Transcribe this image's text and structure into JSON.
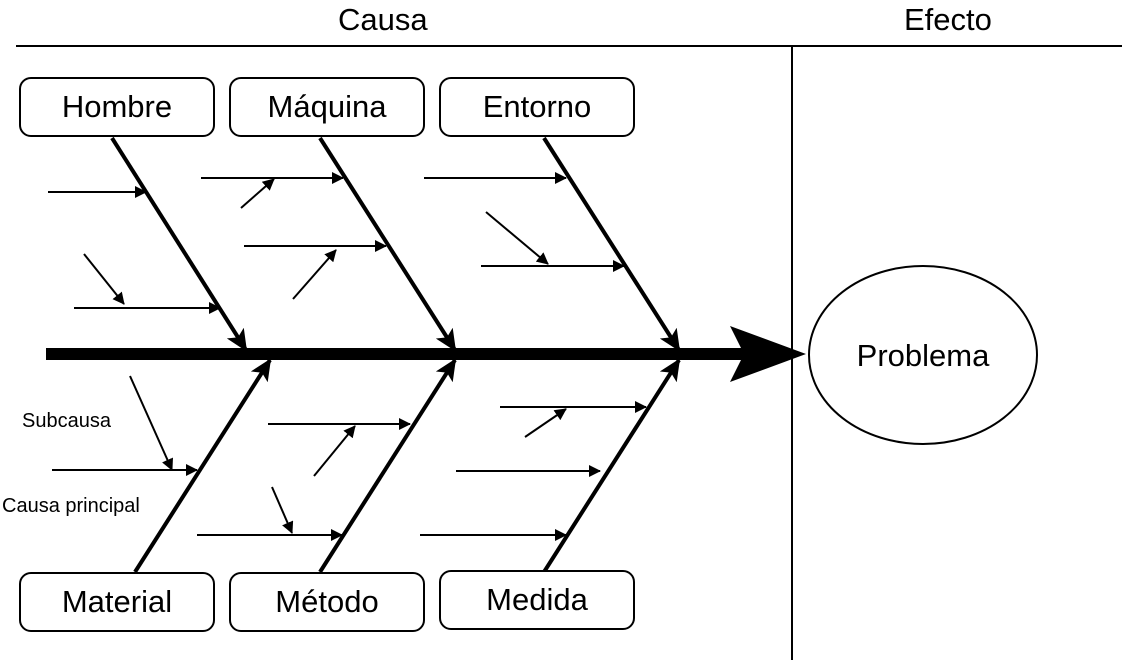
{
  "header": {
    "cause_title": "Causa",
    "effect_title": "Efecto"
  },
  "categories": {
    "top": [
      "Hombre",
      "Máquina",
      "Entorno"
    ],
    "bottom": [
      "Material",
      "Método",
      "Medida"
    ]
  },
  "effect": {
    "label": "Problema"
  },
  "legend": {
    "subcause": "Subcausa",
    "main_cause": "Causa principal"
  },
  "colors": {
    "line": "#000000",
    "background": "#ffffff"
  }
}
